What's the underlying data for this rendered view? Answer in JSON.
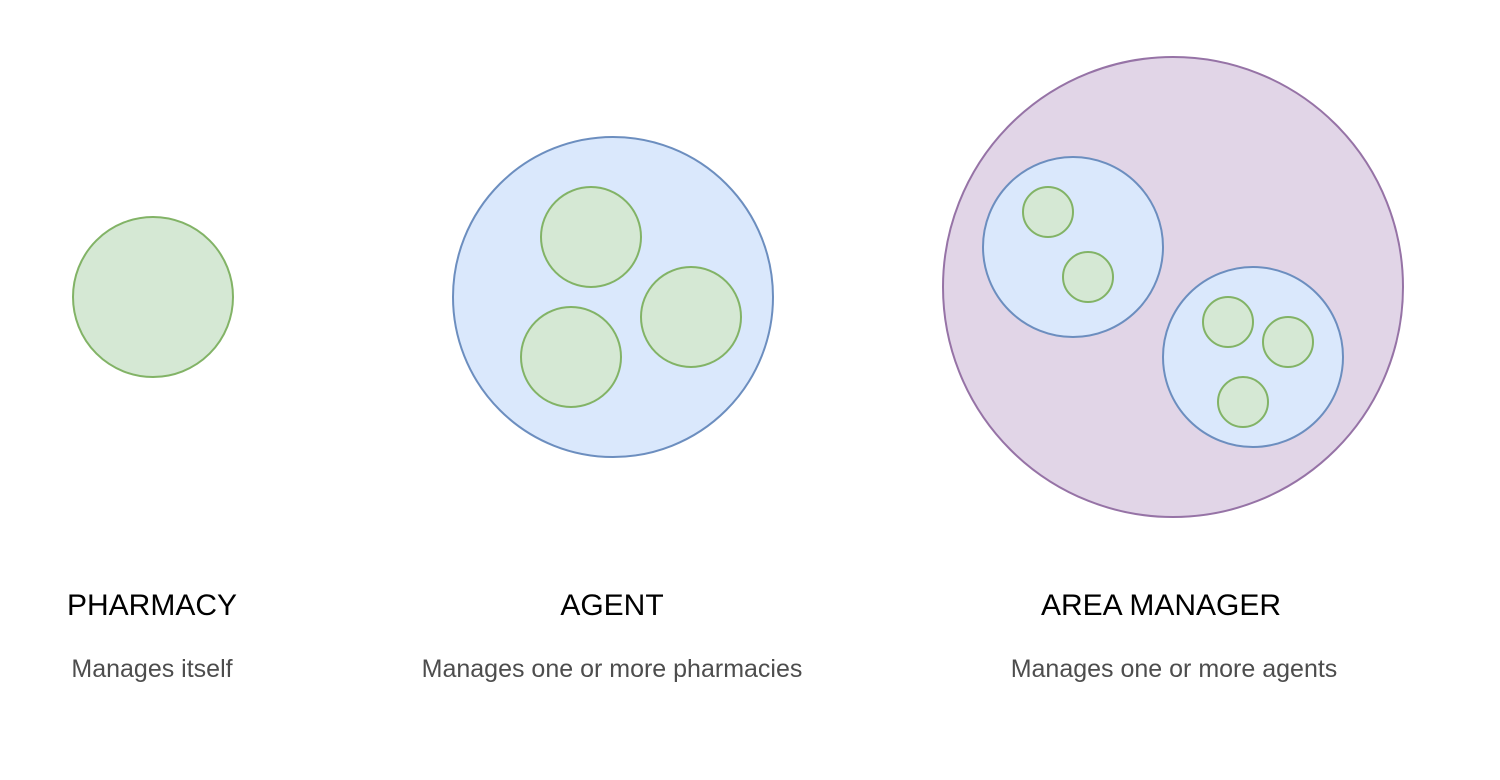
{
  "colors": {
    "pharmacy_fill": "#d5e8d4",
    "pharmacy_stroke": "#82b366",
    "agent_fill": "#dae8fc",
    "agent_stroke": "#6c8ebf",
    "area_manager_fill": "#e1d5e7",
    "area_manager_stroke": "#9673a6",
    "title_text": "#000000",
    "subtitle_text": "#4d4d4d"
  },
  "columns": [
    {
      "id": "pharmacy",
      "title": "PHARMACY",
      "description": "Manages itself"
    },
    {
      "id": "agent",
      "title": "AGENT",
      "description": "Manages one or more pharmacies"
    },
    {
      "id": "area_manager",
      "title": "AREA MANAGER",
      "description": "Manages one or more agents"
    }
  ]
}
